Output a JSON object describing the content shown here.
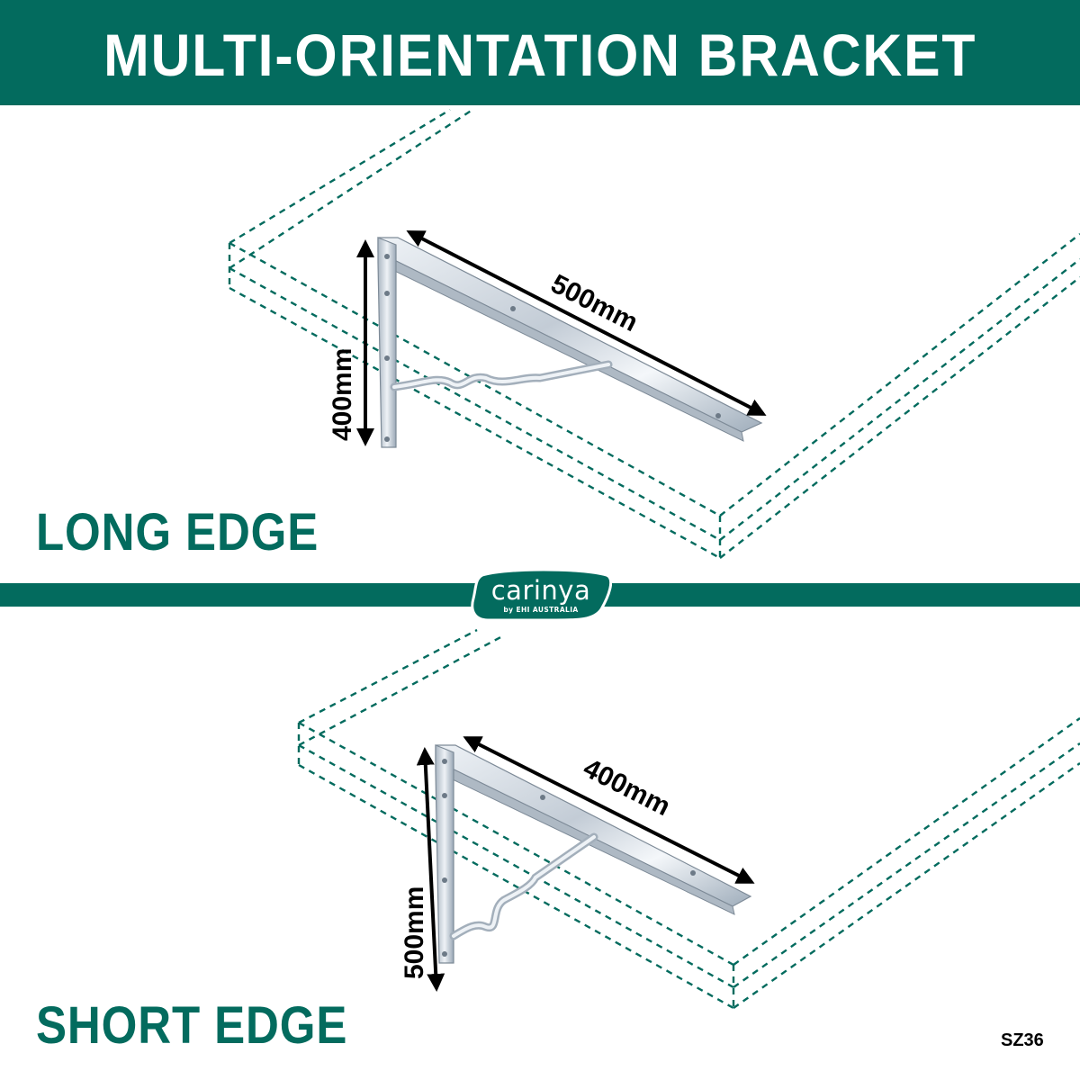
{
  "header": {
    "title": "MULTI-ORIENTATION BRACKET"
  },
  "sections": {
    "long": {
      "label": "LONG EDGE",
      "horizontal_dimension": "500mm",
      "vertical_dimension": "400mm"
    },
    "short": {
      "label": "SHORT EDGE",
      "horizontal_dimension": "400mm",
      "vertical_dimension": "500mm"
    }
  },
  "brand": {
    "name": "carinya",
    "tagline": "by EHI AUSTRALIA"
  },
  "sku": "SZ36",
  "colors": {
    "brand_green": "#036b5e",
    "bracket_steel": "#c9d3dc",
    "dimension_arrow": "#000000"
  }
}
